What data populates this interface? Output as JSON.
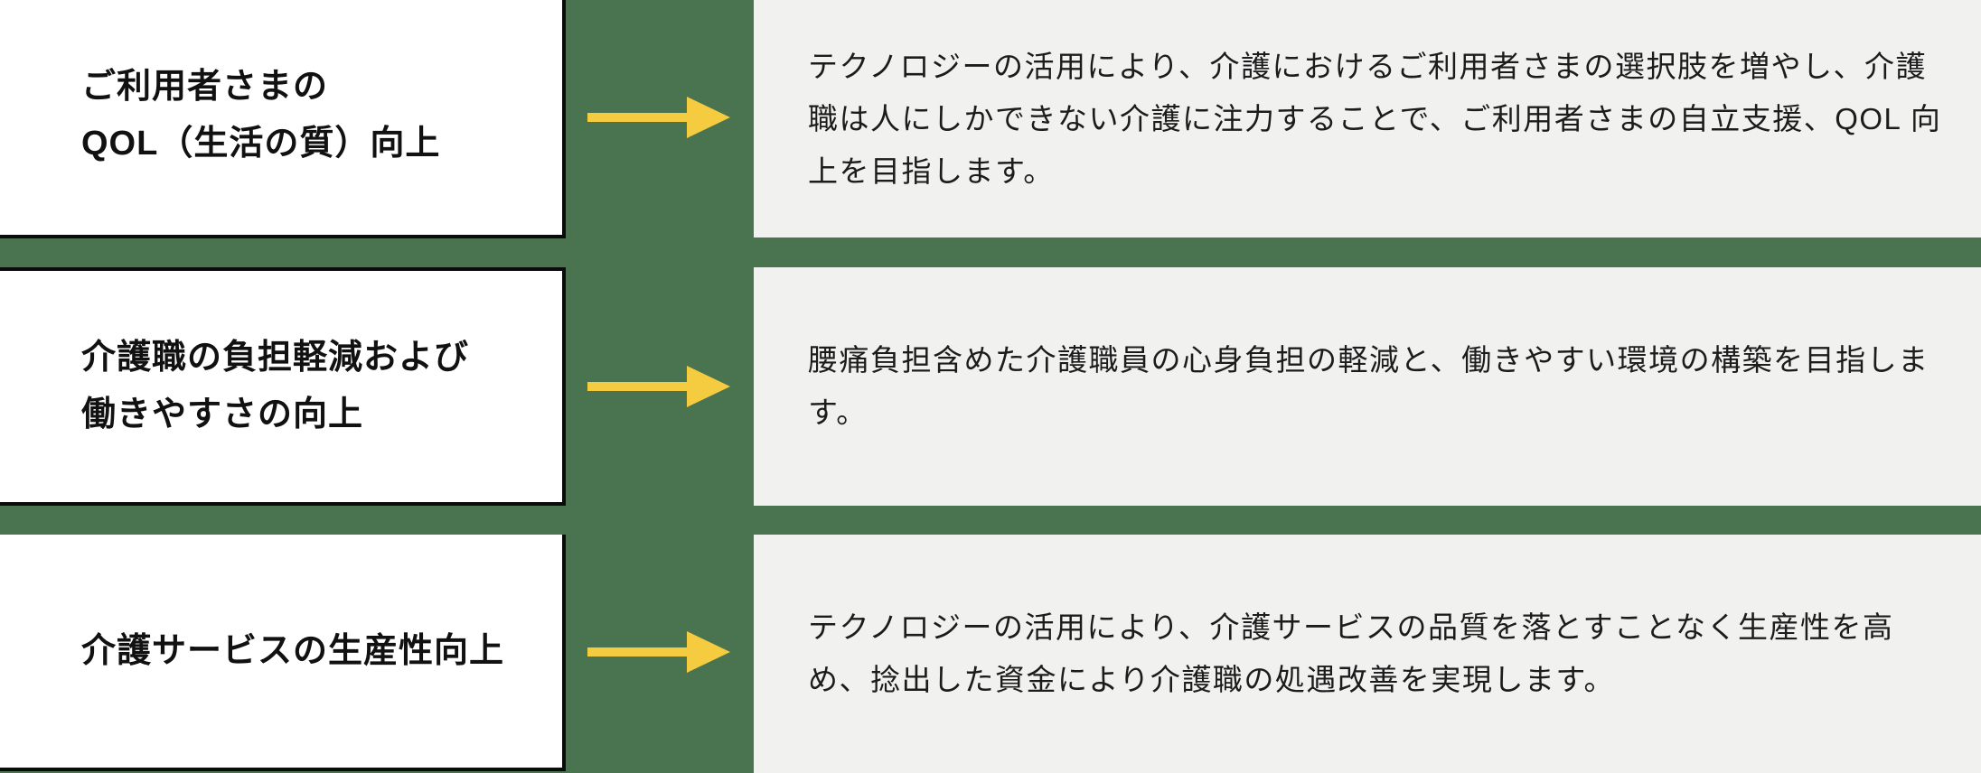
{
  "diagram": {
    "type": "goal-flow",
    "colors": {
      "background_green": "#4a7350",
      "goal_box_bg": "#ffffff",
      "goal_box_border": "#0b0b0b",
      "arrow_yellow": "#f5cc3f",
      "description_bg": "#f1f1f0",
      "text_dark": "#1c1c1c"
    },
    "rows": [
      {
        "goal_lines": [
          "ご利用者さまの",
          "QOL（生活の質）向上"
        ],
        "description_lines": [
          "テクノロジーの活用により、介護におけるご利用者さまの選択肢を増やし、介護",
          "職は人にしかできない介護に注力することで、ご利用者さまの自立支援、QOL 向",
          "上を目指します。"
        ]
      },
      {
        "goal_lines": [
          "介護職の負担軽減および",
          "働きやすさの向上"
        ],
        "description_lines": [
          "腰痛負担含めた介護職員の心身負担の軽減と、働きやすい環境の構築を目指しま",
          "す。"
        ]
      },
      {
        "goal_lines": [
          "介護サービスの生産性向上"
        ],
        "description_lines": [
          "テクノロジーの活用により、介護サービスの品質を落とすことなく生産性を高",
          "め、捻出した資金により介護職の処遇改善を実現します。"
        ]
      }
    ]
  }
}
